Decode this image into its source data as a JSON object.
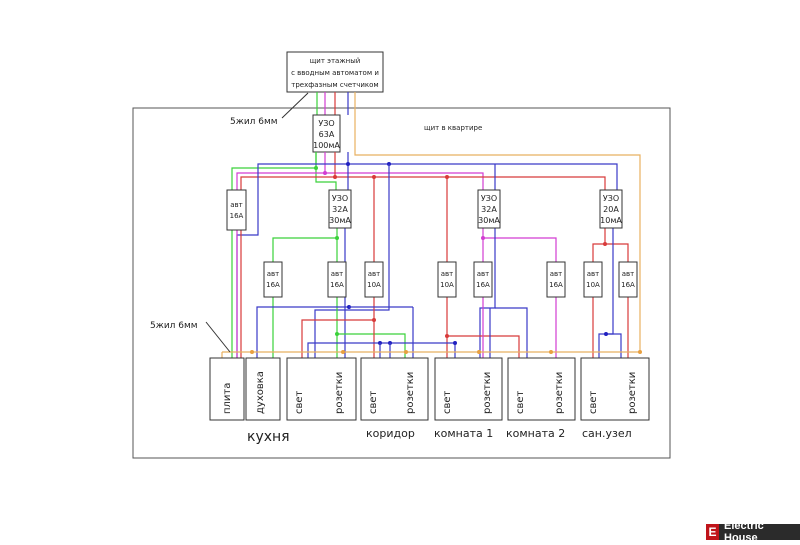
{
  "floor_panel": {
    "lines": [
      "щит этажный",
      "с вводным автоматом и",
      "трехфазным счетчиком"
    ]
  },
  "cable_label_top": "5жил 6мм",
  "cable_label_bottom": "5жил 6мм",
  "apartment_panel_label": "щит в квартире",
  "rcd_main": {
    "l1": "УЗО",
    "l2": "63А",
    "l3": "100мА"
  },
  "breaker_stove": {
    "l1": "авт",
    "l2": "16А"
  },
  "rcds": [
    {
      "l1": "УЗО",
      "l2": "32А",
      "l3": "30мА"
    },
    {
      "l1": "УЗО",
      "l2": "32А",
      "l3": "30мА"
    },
    {
      "l1": "УЗО",
      "l2": "20А",
      "l3": "10мА"
    }
  ],
  "breakers": [
    {
      "l1": "авт",
      "l2": "16А"
    },
    {
      "l1": "авт",
      "l2": "16А"
    },
    {
      "l1": "авт",
      "l2": "10А"
    },
    {
      "l1": "авт",
      "l2": "10А"
    },
    {
      "l1": "авт",
      "l2": "16А"
    },
    {
      "l1": "авт",
      "l2": "16А"
    },
    {
      "l1": "авт",
      "l2": "10А"
    },
    {
      "l1": "авт",
      "l2": "16А"
    }
  ],
  "loads": [
    "плита",
    "духовка",
    "свет",
    "розетки",
    "свет",
    "розетки",
    "свет",
    "розетки",
    "свет",
    "розетки",
    "свет",
    "розетки"
  ],
  "rooms": [
    "кухня",
    "коридор",
    "комната 1",
    "комната 2",
    "сан.узел"
  ],
  "watermark": {
    "letter": "E",
    "text": "Electric House"
  },
  "colors": {
    "earth": "#3ad13a",
    "phase_magenta": "#d23cd2",
    "phase_red": "#d83a3a",
    "neutral": "#3a3ac8",
    "pe_bus": "#e8b060"
  }
}
